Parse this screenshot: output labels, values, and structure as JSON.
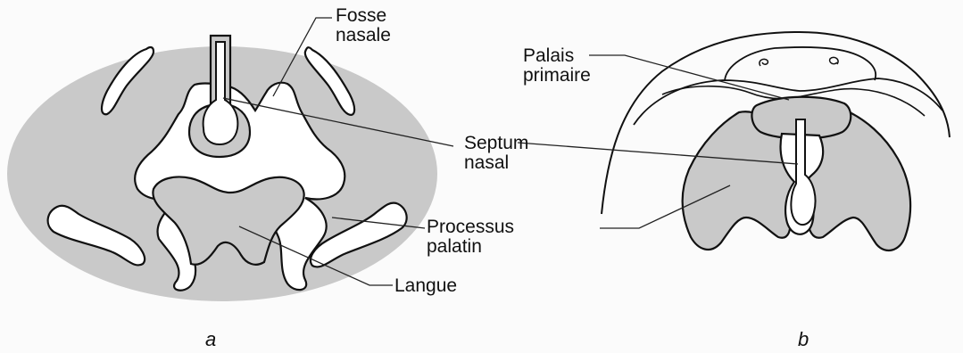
{
  "labels": {
    "fosse_line1": "Fosse",
    "fosse_line2": "nasale",
    "septum_line1": "Septum",
    "septum_line2": "nasal",
    "processus_line1": "Processus",
    "processus_line2": "palatin",
    "langue": "Langue",
    "palais_line1": "Palais",
    "palais_line2": "primaire"
  },
  "captions": {
    "a": "a",
    "b": "b"
  },
  "colors": {
    "tissue": "#c9c9c9",
    "outline": "#111111",
    "background": "#fbfbfb"
  }
}
